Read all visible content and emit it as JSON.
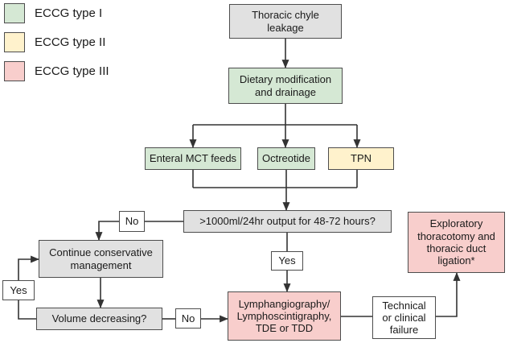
{
  "legend": {
    "items": [
      {
        "label": "ECCG type I",
        "color": "#d5e8d4"
      },
      {
        "label": "ECCG type II",
        "color": "#fff2cc"
      },
      {
        "label": "ECCG type III",
        "color": "#f8cecc"
      }
    ]
  },
  "nodes": {
    "thoracic": {
      "label": "Thoracic chyle\nleakage",
      "fill": "#e1e1e1"
    },
    "dietary": {
      "label": "Dietary modification\nand drainage",
      "fill": "#d5e8d4"
    },
    "enteral": {
      "label": "Enteral MCT feeds",
      "fill": "#d5e8d4"
    },
    "octreotide": {
      "label": "Octreotide",
      "fill": "#d5e8d4"
    },
    "tpn": {
      "label": "TPN",
      "fill": "#fff2cc"
    },
    "question": {
      "label": ">1000ml/24hr output for 48-72 hours?",
      "fill": "#e1e1e1"
    },
    "no1": {
      "label": "No",
      "fill": "#ffffff"
    },
    "continue": {
      "label": "Continue conservative\nmanagement",
      "fill": "#e1e1e1"
    },
    "yes1": {
      "label": "Yes",
      "fill": "#ffffff"
    },
    "volume": {
      "label": "Volume decreasing?",
      "fill": "#e1e1e1"
    },
    "no2": {
      "label": "No",
      "fill": "#ffffff"
    },
    "yes2": {
      "label": "Yes",
      "fill": "#ffffff"
    },
    "lymph": {
      "label": "Lymphangiography/\nLymphoscintigraphy,\nTDE or TDD",
      "fill": "#f8cecc"
    },
    "technical": {
      "label": "Technical\nor clinical\nfailure",
      "fill": "#ffffff"
    },
    "exploratory": {
      "label": "Exploratory\nthoracotomy and\nthoracic duct\nligation*",
      "fill": "#f8cecc"
    }
  },
  "colors": {
    "border": "#4d4d4d",
    "line": "#333333",
    "background": "#ffffff"
  }
}
